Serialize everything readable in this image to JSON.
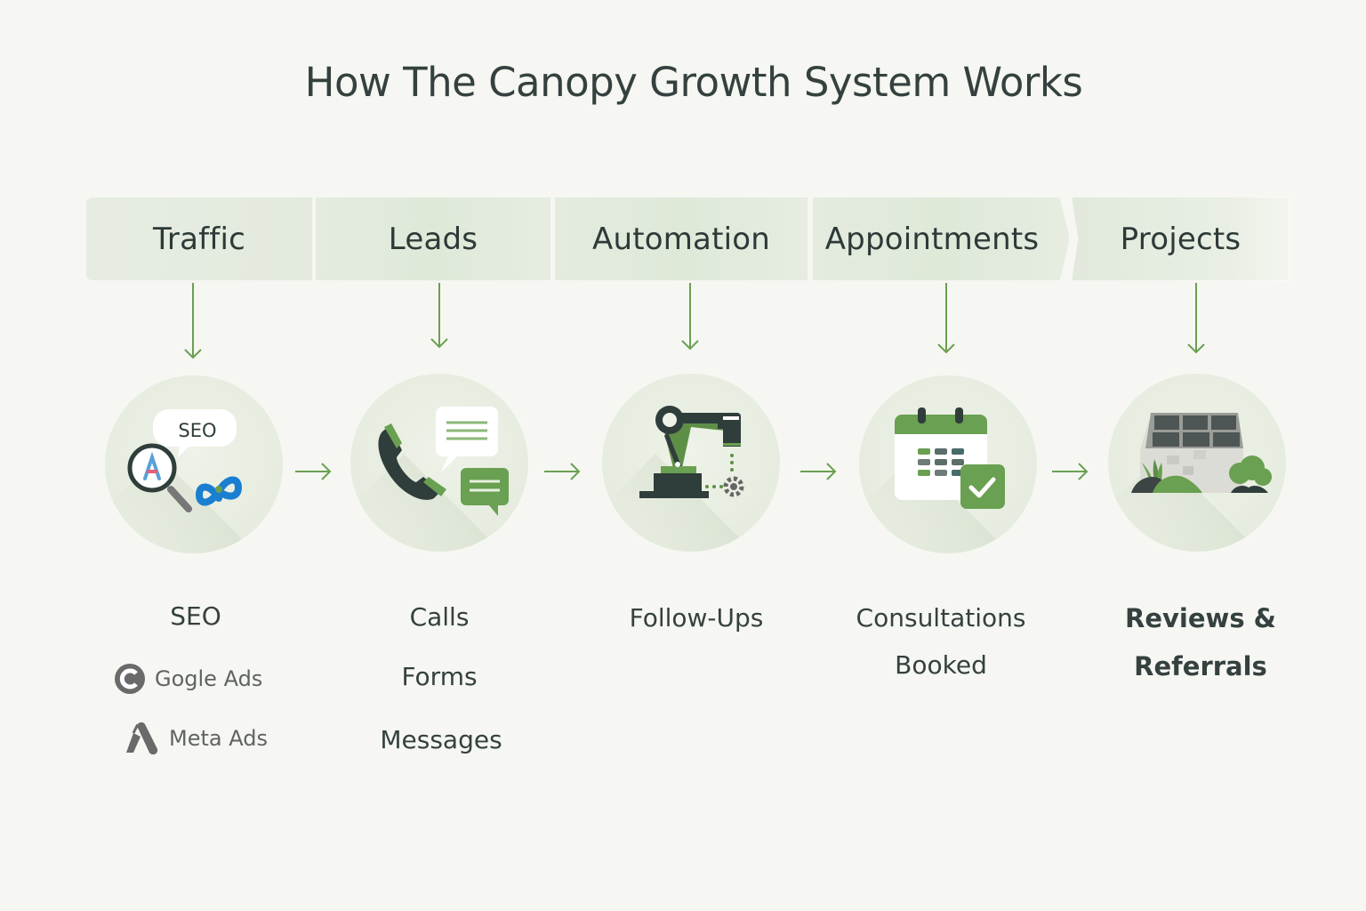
{
  "title": "How The Canopy Growth System Works",
  "colors": {
    "background": "#f6f7f2",
    "band": "#e3eadc",
    "accent_green": "#6aa051",
    "dark": "#2f3d3b",
    "muted_gray": "#5f6462"
  },
  "stages": [
    {
      "name": "Traffic",
      "icon": "seo-search-ads-icon",
      "items": [
        {
          "label": "SEO",
          "icon": null
        },
        {
          "label": "Gogle Ads",
          "icon": "google-ads-c-icon"
        },
        {
          "label": "Meta Ads",
          "icon": "ads-a-logo-icon"
        }
      ],
      "icon_bubble_text": "SEO"
    },
    {
      "name": "Leads",
      "icon": "phone-chat-icon",
      "items": [
        {
          "label": "Calls"
        },
        {
          "label": "Forms"
        },
        {
          "label": "Messages"
        }
      ]
    },
    {
      "name": "Automation",
      "icon": "robot-arm-icon",
      "items": [
        {
          "label": "Follow-Ups"
        }
      ]
    },
    {
      "name": "Appointments",
      "icon": "calendar-check-icon",
      "items": [
        {
          "label": "Consultations"
        },
        {
          "label": "Booked"
        }
      ]
    },
    {
      "name": "Projects",
      "icon": "solar-house-icon",
      "items": [
        {
          "label": "Reviews &"
        },
        {
          "label": "Referrals"
        }
      ]
    }
  ]
}
